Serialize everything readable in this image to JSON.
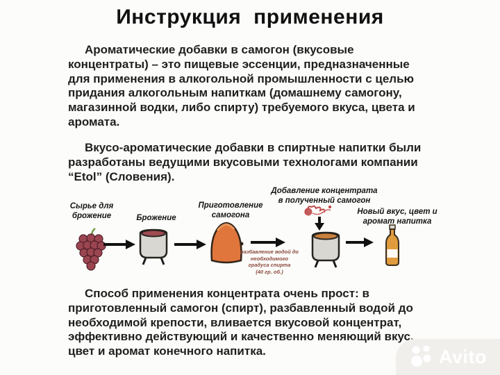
{
  "page": {
    "title": "Инструкция применения"
  },
  "paragraphs": {
    "p1": "Ароматические добавки в самогон (вкусовые\nконцентраты) – это пищевые эссенции, предназначенные\nдля применения в алкогольной промышленности с целью\nпридания алкогольным напиткам (домашнему самогону,\nмагазинной водки, либо спирту) требуемого вкуса, цвета и\nаромата.",
    "p2": "Вкусо-ароматические добавки в спиртные напитки были\nразработаны ведущими вкусовыми технологами компании\n“Etol” (Словения).",
    "p3": "Способ применения концентрата очень прост: в\nприготовленный самогон (спирт), разбавленный водой до\nнеобходимой крепости, вливается вкусовой концентрат,\nэффективно действующий и качественно меняющий вкус,\nцвет и аромат конечного напитка."
  },
  "diagram": {
    "step1_label": "Сырье для\nброжение",
    "step2_label": "Брожение",
    "step3_label": "Приготовление\nсамогона",
    "step4_label": "Добавление концентрата\nв полученный самогон",
    "step5_label": "Новый вкус, цвет и\nаромат напитка",
    "dilution_note": "разбавление водой до\nнеобходимого\nградуса спирта\n(40 гр. об.)",
    "icons": {
      "step1": "grapes-icon",
      "step2": "fermentation-pot-icon",
      "step3": "moonshine-still-icon",
      "step4": "moonshine-pot-icon",
      "step5": "bottle-icon",
      "concentrate": "concentrate-splash-icon",
      "flow": "arrow-right-icon",
      "add": "arrow-down-icon"
    }
  },
  "watermark": {
    "brand": "Avito",
    "logo": "avito-logo-icon"
  },
  "colors": {
    "text": "#1f1f1f",
    "note_text": "#8a4a3c",
    "grapes": "#9a4550",
    "pot_body": "#d9d7d2",
    "wine_liquid": "#a04a52",
    "moonshine_liquid": "#c8803e",
    "still_body": "#e0763c",
    "bottle_body": "#e09b3d",
    "watermark_bg": "#f1efec",
    "watermark_fg": "#ffffff"
  }
}
